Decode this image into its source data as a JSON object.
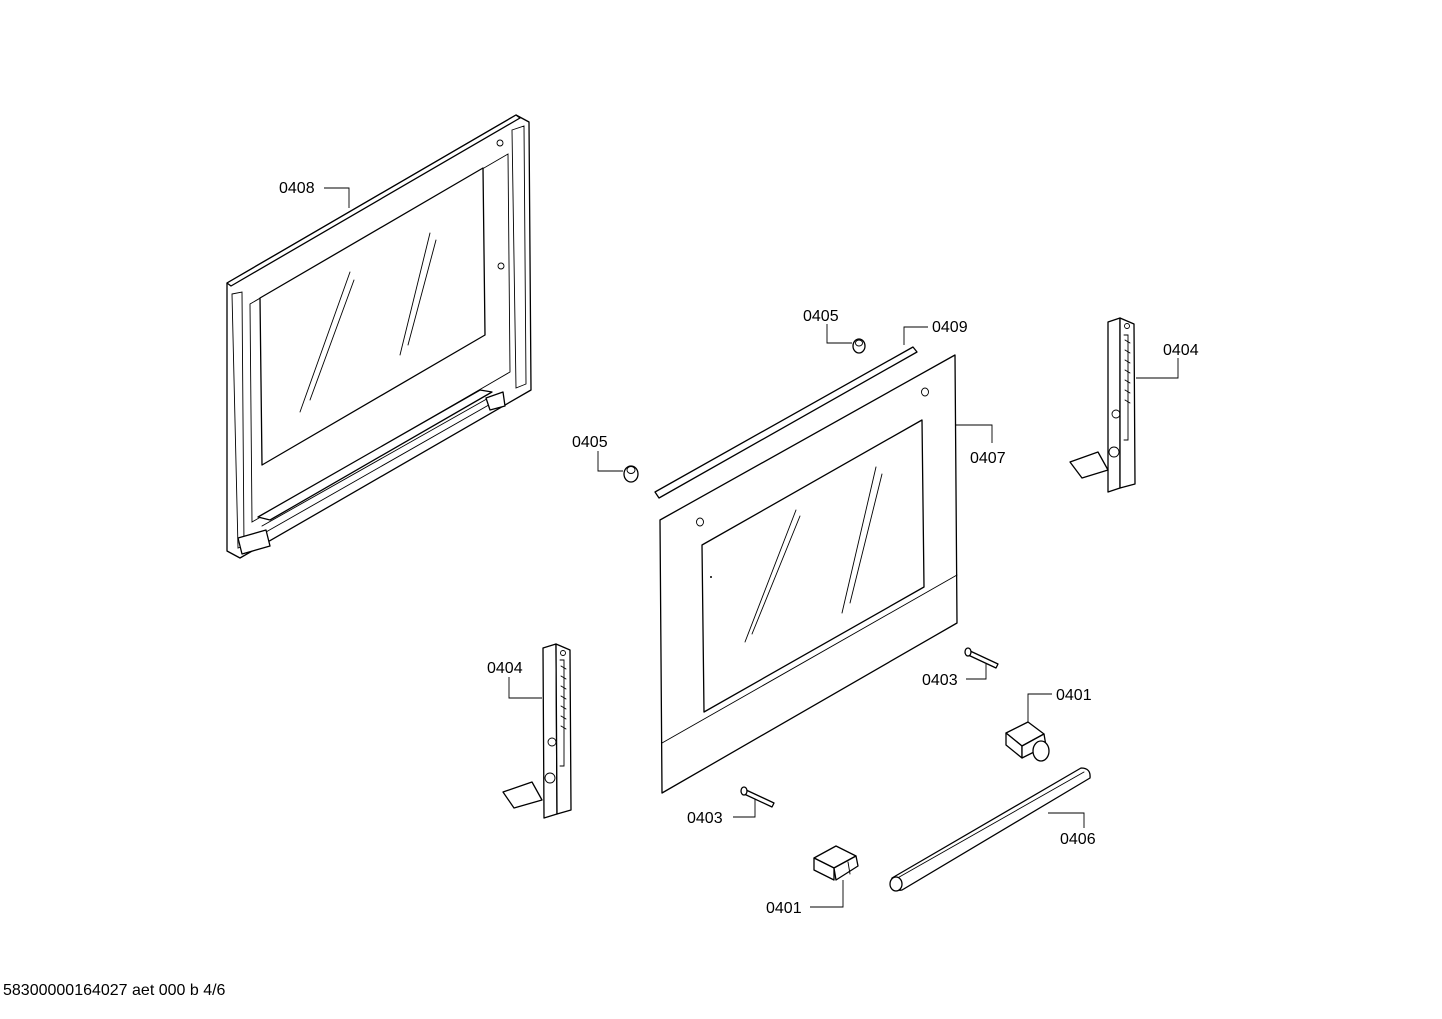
{
  "diagram": {
    "callouts": {
      "outer_door_frame": "0408",
      "top_buffer": "0405",
      "side_buffer": "0405",
      "top_strip": "0409",
      "door_glass_panel": "0407",
      "hinge_right": "0404",
      "hinge_left": "0404",
      "screw_right": "0403",
      "screw_lower": "0403",
      "handle_holder_right": "0401",
      "handle_holder_lower": "0401",
      "handle_bar": "0406"
    },
    "footer": "58300000164027 aet 000 b 4/6"
  }
}
